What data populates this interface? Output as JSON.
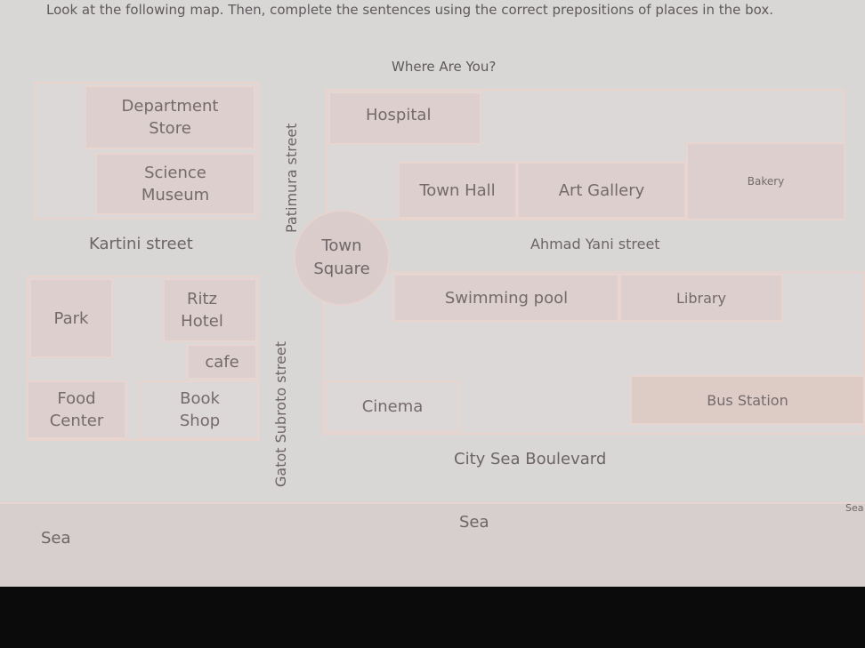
{
  "instructions": "Look at the following map. Then, complete the sentences using the correct prepositions of places in the box.",
  "map_title": "Where Are You?",
  "places": {
    "department_store": "Department Store",
    "science_museum": "Science Museum",
    "hospital": "Hospital",
    "town_hall": "Town Hall",
    "art_gallery": "Art Gallery",
    "bakery": "Bakery",
    "town_square": "Town Square",
    "swimming_pool": "Swimming pool",
    "library": "Library",
    "park": "Park",
    "ritz_hotel": "Ritz Hotel",
    "cafe": "cafe",
    "food_center": "Food Center",
    "book_shop": "Book Shop",
    "cinema": "Cinema",
    "bus_station": "Bus Station"
  },
  "streets": {
    "patimura": "Patimura street",
    "kartini": "Kartini street",
    "ahmad_yani": "Ahmad Yani street",
    "gatot_subroto": "Gatot Subroto street",
    "city_sea_boulevard": "City Sea Boulevard"
  },
  "sea": {
    "left": "Sea",
    "center": "Sea",
    "right": "Sea"
  }
}
